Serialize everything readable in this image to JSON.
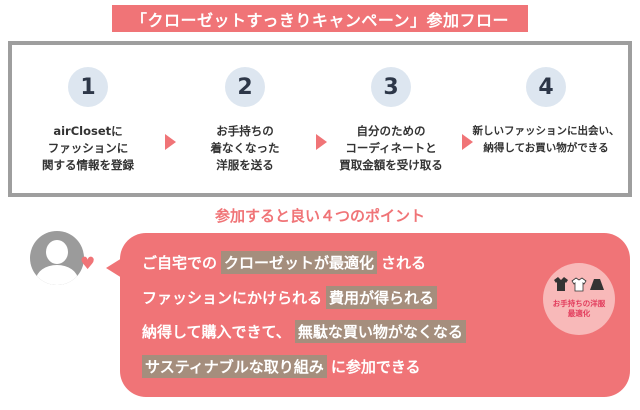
{
  "title": "「クローゼットすっきりキャンペーン」参加フロー",
  "steps": [
    {
      "number": "1",
      "lines": [
        "airClosetに",
        "ファッションに",
        "関する情報を登録"
      ]
    },
    {
      "number": "2",
      "lines": [
        "お手持ちの",
        "着なくなった",
        "洋服を送る"
      ]
    },
    {
      "number": "3",
      "lines": [
        "自分のための",
        "コーディネートと",
        "買取金額を受け取る"
      ]
    },
    {
      "number": "4",
      "lines": [
        "新しいファッションに出会い、",
        "納得してお買い物ができる"
      ]
    }
  ],
  "points_title": "参加すると良い４つのポイント",
  "points": [
    {
      "pre": "ご自宅での",
      "highlight": "クローゼットが最適化",
      "post": "される"
    },
    {
      "pre": "ファッションにかけられる",
      "highlight": "費用が得られる",
      "post": ""
    },
    {
      "pre": "納得して購入できて、",
      "highlight": "無駄な買い物がなくなる",
      "post": ""
    },
    {
      "pre": "",
      "highlight": "サスティナブルな取り組み",
      "post": "に参加できる"
    }
  ],
  "badge": {
    "line1": "お手持ちの洋服",
    "line2": "最適化"
  },
  "colors": {
    "accent": "#f07477",
    "highlight": "#a58e7d",
    "border": "#9e9e9e"
  }
}
